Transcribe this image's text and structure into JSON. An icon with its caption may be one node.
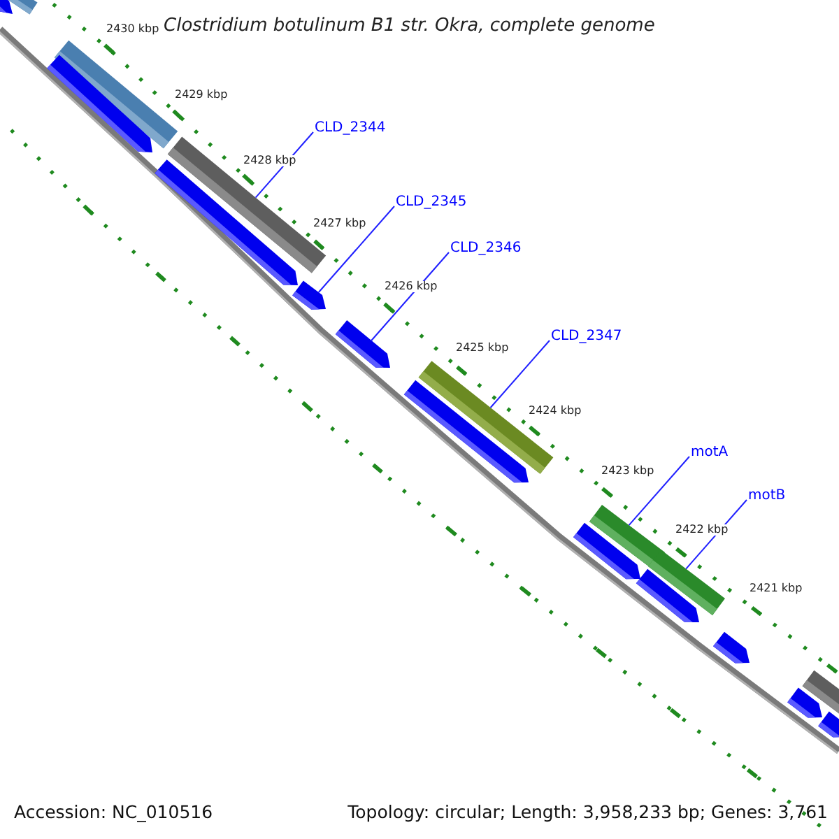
{
  "diagram": {
    "title": "Clostridium botulinum B1 str. Okra, complete genome",
    "nodes": [
      {
        "text": [
          "CLD_2344"
        ]
      },
      {
        "text": [],
        "shape": "bar"
      },
      {
        "text": [
          "CLD_2345"
        ]
      },
      {
        "text": [],
        "shape": "pentagon"
      },
      {
        "text": [
          "CLD_2346"
        ]
      },
      {
        "text": [],
        "shape": "pentagon"
      },
      {
        "text": [
          "CLD_2347"
        ]
      },
      {
        "text": [],
        "shape": "bar"
      },
      {
        "text": [
          "motA"
        ]
      },
      {
        "text": [],
        "shape": "bar"
      },
      {
        "text": [
          "motB"
        ]
      },
      {
        "text": [],
        "shape": "bar"
      },
      {
        "text": [],
        "shape": "pentagon"
      },
      {
        "text": [],
        "shape": "bar"
      },
      {
        "text": [],
        "shape": "bar"
      },
      {
        "text": [],
        "shape": "pentagon"
      },
      {
        "text": [],
        "shape": "pentagon"
      },
      {
        "text": [],
        "shape": "pentagon"
      },
      {
        "text": [],
        "shape": "pentagon"
      },
      {
        "text": [],
        "shape": "pentagon"
      },
      {
        "text": [],
        "shape": "pentagon"
      },
      {
        "text": [],
        "shape": "bar"
      },
      {
        "text": [],
        "shape": "pentagon"
      },
      {
        "text": [],
        "shape": "pentagon"
      }
    ],
    "edges": [
      {
        "from": 0,
        "to": 1,
        "arrow": "none"
      },
      {
        "from": 2,
        "to": 3,
        "arrow": "none"
      },
      {
        "from": 4,
        "to": 5,
        "arrow": "none"
      },
      {
        "from": 6,
        "to": 7,
        "arrow": "none"
      },
      {
        "from": 8,
        "to": 9,
        "arrow": "none"
      },
      {
        "from": 10,
        "to": 11,
        "arrow": "none"
      }
    ],
    "labels": [
      "2430 kbp",
      "2429 kbp",
      "2428 kbp",
      "2427 kbp",
      "2426 kbp",
      "2425 kbp",
      "2424 kbp",
      "2423 kbp",
      "2422 kbp",
      "2421 kbp",
      "Accession: NC_010516",
      "Topology: circular; Length: 3,958,233 bp; Genes: 3,761"
    ]
  }
}
